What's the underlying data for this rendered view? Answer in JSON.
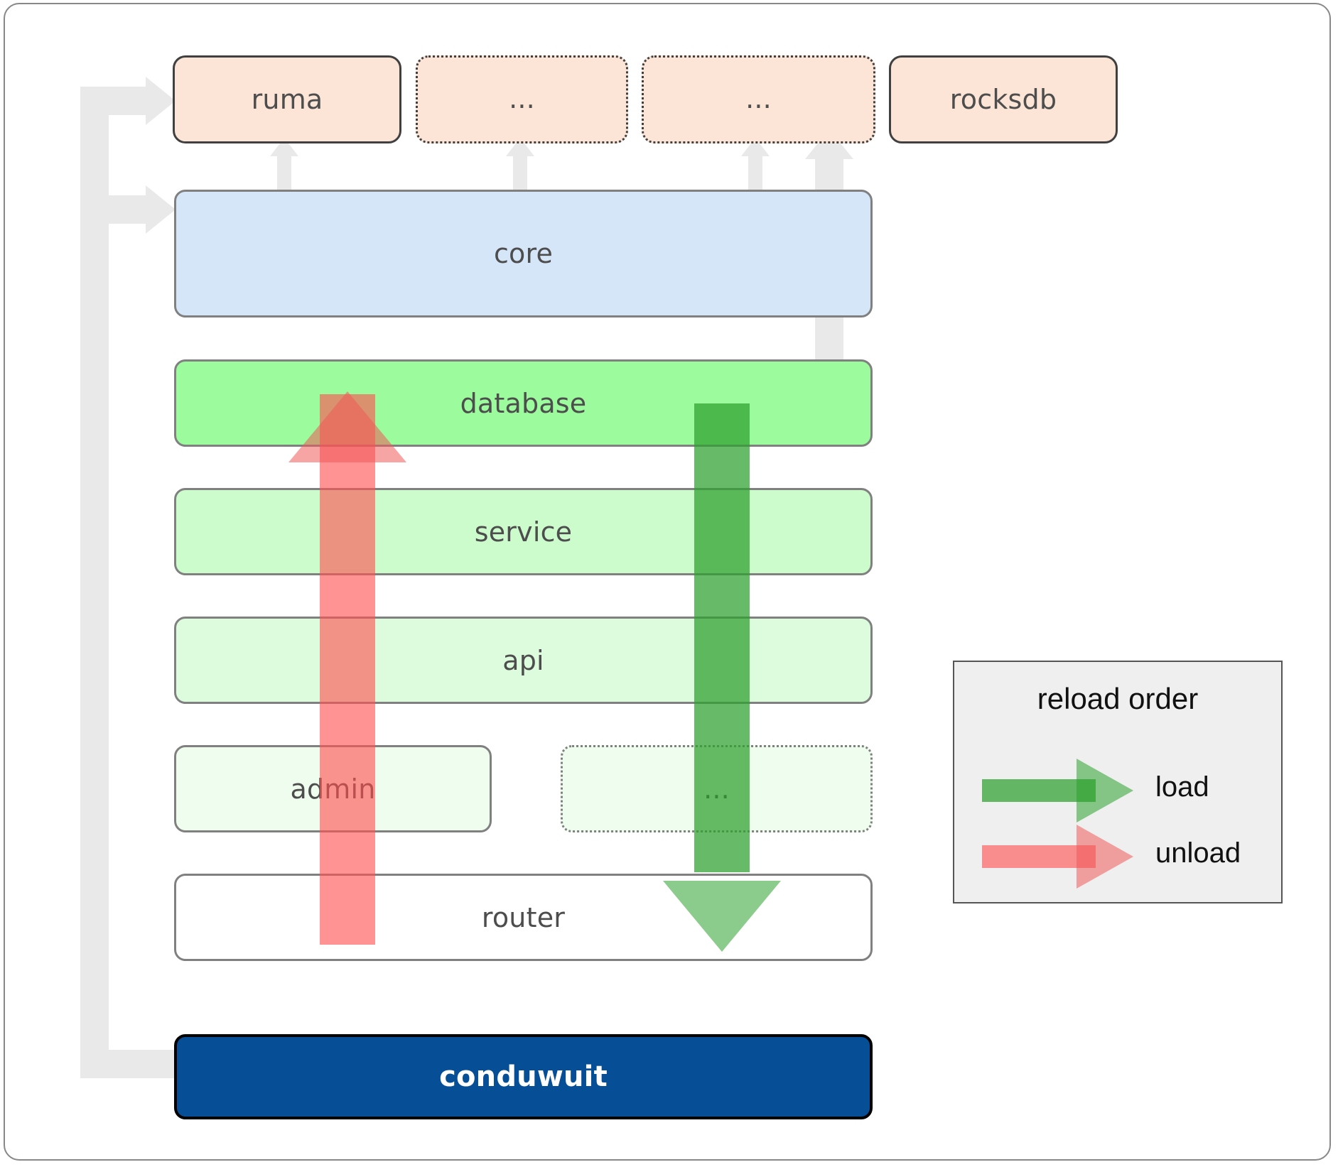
{
  "diagram": {
    "title": "conduwuit crate layer / reload order diagram",
    "dependencies": [
      {
        "label": "ruma",
        "style": "solid"
      },
      {
        "label": "...",
        "style": "dotted"
      },
      {
        "label": "...",
        "style": "dotted"
      },
      {
        "label": "rocksdb",
        "style": "solid"
      }
    ],
    "core": {
      "label": "core"
    },
    "layers": [
      {
        "label": "database",
        "style": "solid",
        "fill": "#9cfb9c"
      },
      {
        "label": "service",
        "style": "solid",
        "fill": "#ccfbcc"
      },
      {
        "label": "api",
        "style": "solid",
        "fill": "#ddfbdd"
      },
      {
        "label": "admin",
        "style": "solid",
        "fill": "#effdef"
      },
      {
        "label": "...",
        "style": "dotted",
        "fill": "#effdef"
      },
      {
        "label": "router",
        "style": "solid",
        "fill": "#ffffff"
      }
    ],
    "root": {
      "label": "conduwuit"
    },
    "legend": {
      "title": "reload order",
      "items": [
        {
          "label": "load",
          "color": "#2ca02c"
        },
        {
          "label": "unload",
          "color": "#f05a5a"
        }
      ]
    },
    "colors": {
      "dependency_fill": "#fce5d6",
      "dependency_border": "#404040",
      "core_fill": "#d6e6f9",
      "layer_border": "#808080",
      "root_fill": "#064f97",
      "root_text": "#ffffff",
      "plumbing_arrow": "#e9e9e9",
      "load_arrow": "#2ca02c",
      "unload_arrow": "#f05a5a",
      "legend_bg": "#efefef",
      "legend_border": "#555555",
      "frame_border": "#888888"
    }
  }
}
